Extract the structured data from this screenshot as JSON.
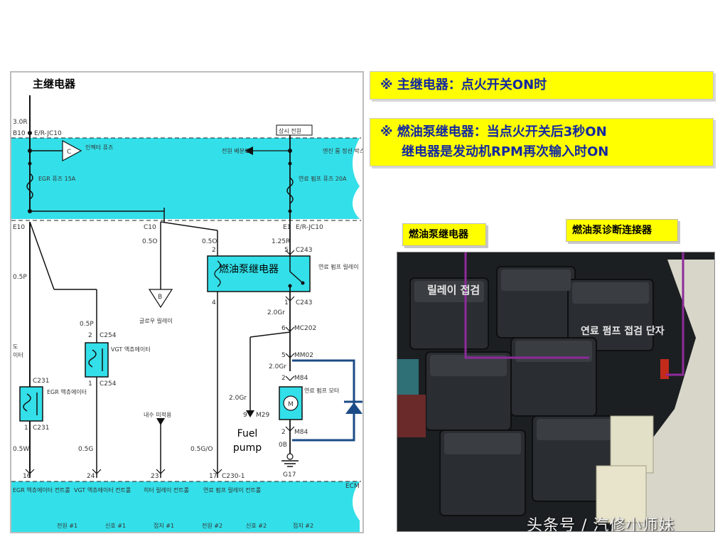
{
  "diagram": {
    "main_relay_label": "主继电器",
    "fuel_pump_relay_label": "燃油泵继电器",
    "fuel_pump_label_line1": "Fuel",
    "fuel_pump_label_line2": "pump",
    "wire_labels": {
      "w30r": "3.0R",
      "b10": "B10",
      "erjc10_top": "E/R-JC10",
      "e10": "E10",
      "c10": "C10",
      "e1": "E1",
      "erjc10_mid": "E/R-JC10",
      "w05o_a": "0.5O",
      "w05o_b": "0.5O",
      "w125r": "1.25R",
      "c243_top": "C243",
      "c243_bot": "C243",
      "w20gr_a": "2.0Gr",
      "w20gr_b": "2.0Gr",
      "w20gr_c": "2.0Gr",
      "mc202": "MC202",
      "mm02": "MM02",
      "m84_top": "M84",
      "m84_bot": "M84",
      "m29": "M29",
      "w0b": "0B",
      "g17": "G17",
      "w05p_a": "0.5P",
      "w05p_b": "0.5P",
      "c254_top": "C254",
      "c254_bot": "C254",
      "c231_top": "C231",
      "c231_bot": "C231",
      "w05w": "0.5W",
      "w05g": "0.5G",
      "w05go": "0.5G/O",
      "c2301": "C230-1",
      "ecm": "ECM",
      "pin16": "16",
      "pin24": "24",
      "pin23": "23",
      "pin17": "17",
      "pin2_a": "2",
      "pin5": "5",
      "pin4": "4",
      "pin1_a": "1",
      "pin6": "6",
      "pin5b": "5",
      "pin2_b": "2",
      "pin1_b": "1",
      "pin2_c": "2",
      "pin2_d": "2",
      "pin1_c": "1",
      "pin9": "9",
      "pin1_d": "1"
    },
    "korean_labels": {
      "inj_fuse": "인젝터 퓨즈",
      "egr_fuse": "EGR 퓨즈 15A",
      "power_dist": "전원 배분도",
      "always_on": "상시 전원",
      "eng_room_box": "엔진 룸 정션 박스",
      "fuel_pump_fuse": "연료 펌프 퓨즈 20A",
      "fuel_pump_relay": "연료 펌프 릴레이",
      "glow_relay": "글로우 릴레이",
      "vgt_actuator": "VGT 액츄에이터",
      "egr_actuator": "EGR 액츄에이터",
      "fuel_pump_motor": "연료 펌프 모터",
      "internal": "내수 미적용",
      "bottom_egr": "EGR 액츄에이터 컨트롤",
      "bottom_vgt": "VGT 액츄에이터 컨트롤",
      "bottom_heater": "히터 릴레이 컨트롤",
      "bottom_fuel": "연료 펌프 릴레이 컨트롤",
      "bottom_row": [
        "전원 #1",
        "신호 #1",
        "접지 #1",
        "전원 #2",
        "신호 #2",
        "접지 #2"
      ],
      "partial_do": "도",
      "partial_eo": "이터",
      "marker_c": "C",
      "marker_b": "B"
    }
  },
  "callouts": {
    "main_relay": "※ 主继电器：点火开关ON时",
    "fuel_relay_line1": "※ 燃油泵继电器：当点火开关后3秒ON",
    "fuel_relay_line2": "继电器是发动机RPM再次输入时ON"
  },
  "photo": {
    "tag_relay": "燃油泵继电器",
    "tag_connector": "燃油泵诊断连接器",
    "label_relay_ko": "릴레이 접검",
    "label_fuel_ko": "연료 펌프 접검 단자",
    "watermark": "头条号 / 汽修小师妹"
  },
  "colors": {
    "cyan_block": "#33dfe8",
    "callout_yellow": "#ffff00",
    "callout_text": "#1428a0",
    "diode_blue": "#1b4b86",
    "pointer_purple": "#8e2b9b"
  }
}
